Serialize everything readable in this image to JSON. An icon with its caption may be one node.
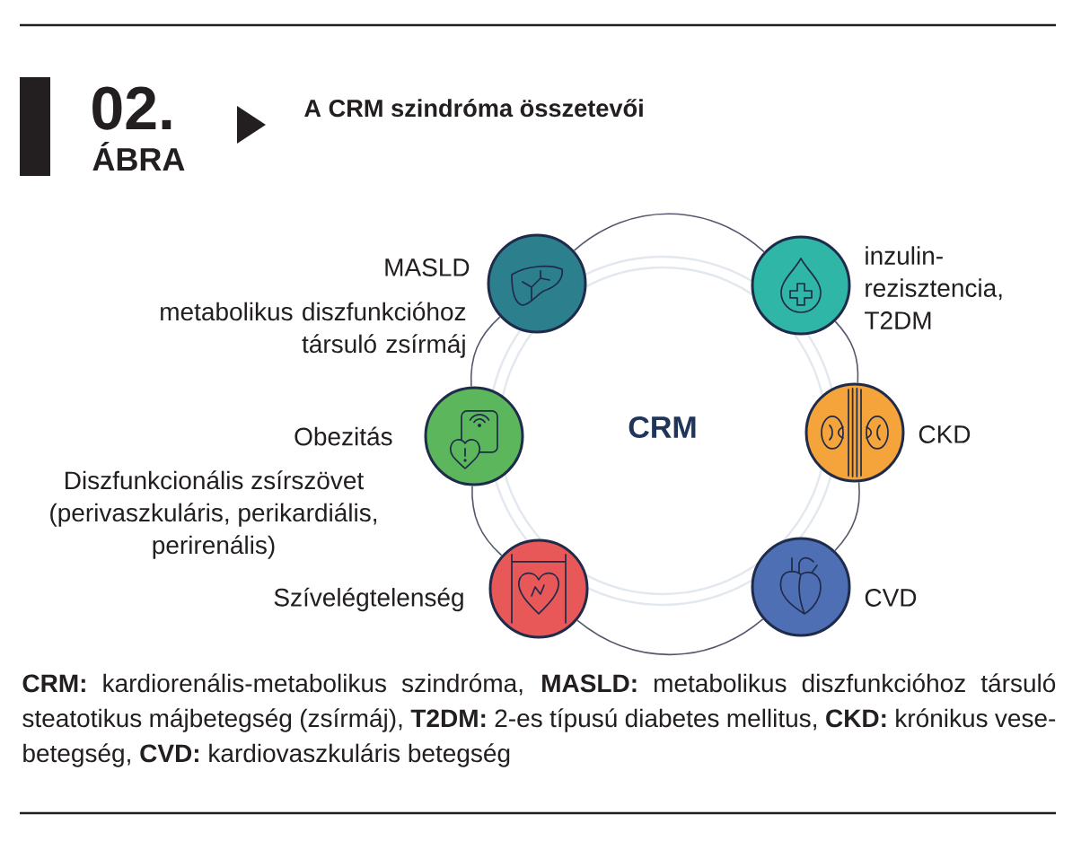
{
  "diagram": {
    "title": "A CRM szindróma összetevői",
    "nodes": [
      {
        "text": [],
        "shape": "circle",
        "beside": [
          "MASLD",
          "metabolikus diszfunkcióhoz társuló zsírmáj"
        ]
      },
      {
        "text": [],
        "shape": "circle",
        "beside": [
          "inzulin-rezisztencia, T2DM"
        ]
      },
      {
        "text": [],
        "shape": "circle",
        "beside": [
          "Obezitás",
          "Diszfunkcionális zsírszövet (perivaszkuláris, perikardiális, perirenális)"
        ]
      },
      {
        "text": [],
        "shape": "circle",
        "beside": [
          "CKD"
        ]
      },
      {
        "text": [],
        "shape": "circle",
        "beside": [
          "Szívelégtelenség"
        ]
      },
      {
        "text": [],
        "shape": "circle",
        "beside": [
          "CVD"
        ]
      }
    ],
    "edges": [
      {
        "from": 0,
        "to": 1,
        "arrow": "none"
      },
      {
        "from": 1,
        "to": 3,
        "arrow": "none"
      },
      {
        "from": 3,
        "to": 5,
        "arrow": "none"
      },
      {
        "from": 5,
        "to": 4,
        "arrow": "none"
      },
      {
        "from": 4,
        "to": 2,
        "arrow": "none"
      },
      {
        "from": 2,
        "to": 0,
        "arrow": "none"
      }
    ],
    "labels": [
      "02.",
      "ÁBRA",
      "CRM"
    ],
    "caption": "**CRM:** kardiorenális-metabolikus szindróma, **MASLD:** metabolikus diszfunkcióhoz társuló steatotikus májbetegség (zsírmáj), **T2DM:** 2-es típusú diabetes mellitus, **CKD:** krónikus vese-betegség, **CVD:** kardiovaszkuláris betegség"
  }
}
